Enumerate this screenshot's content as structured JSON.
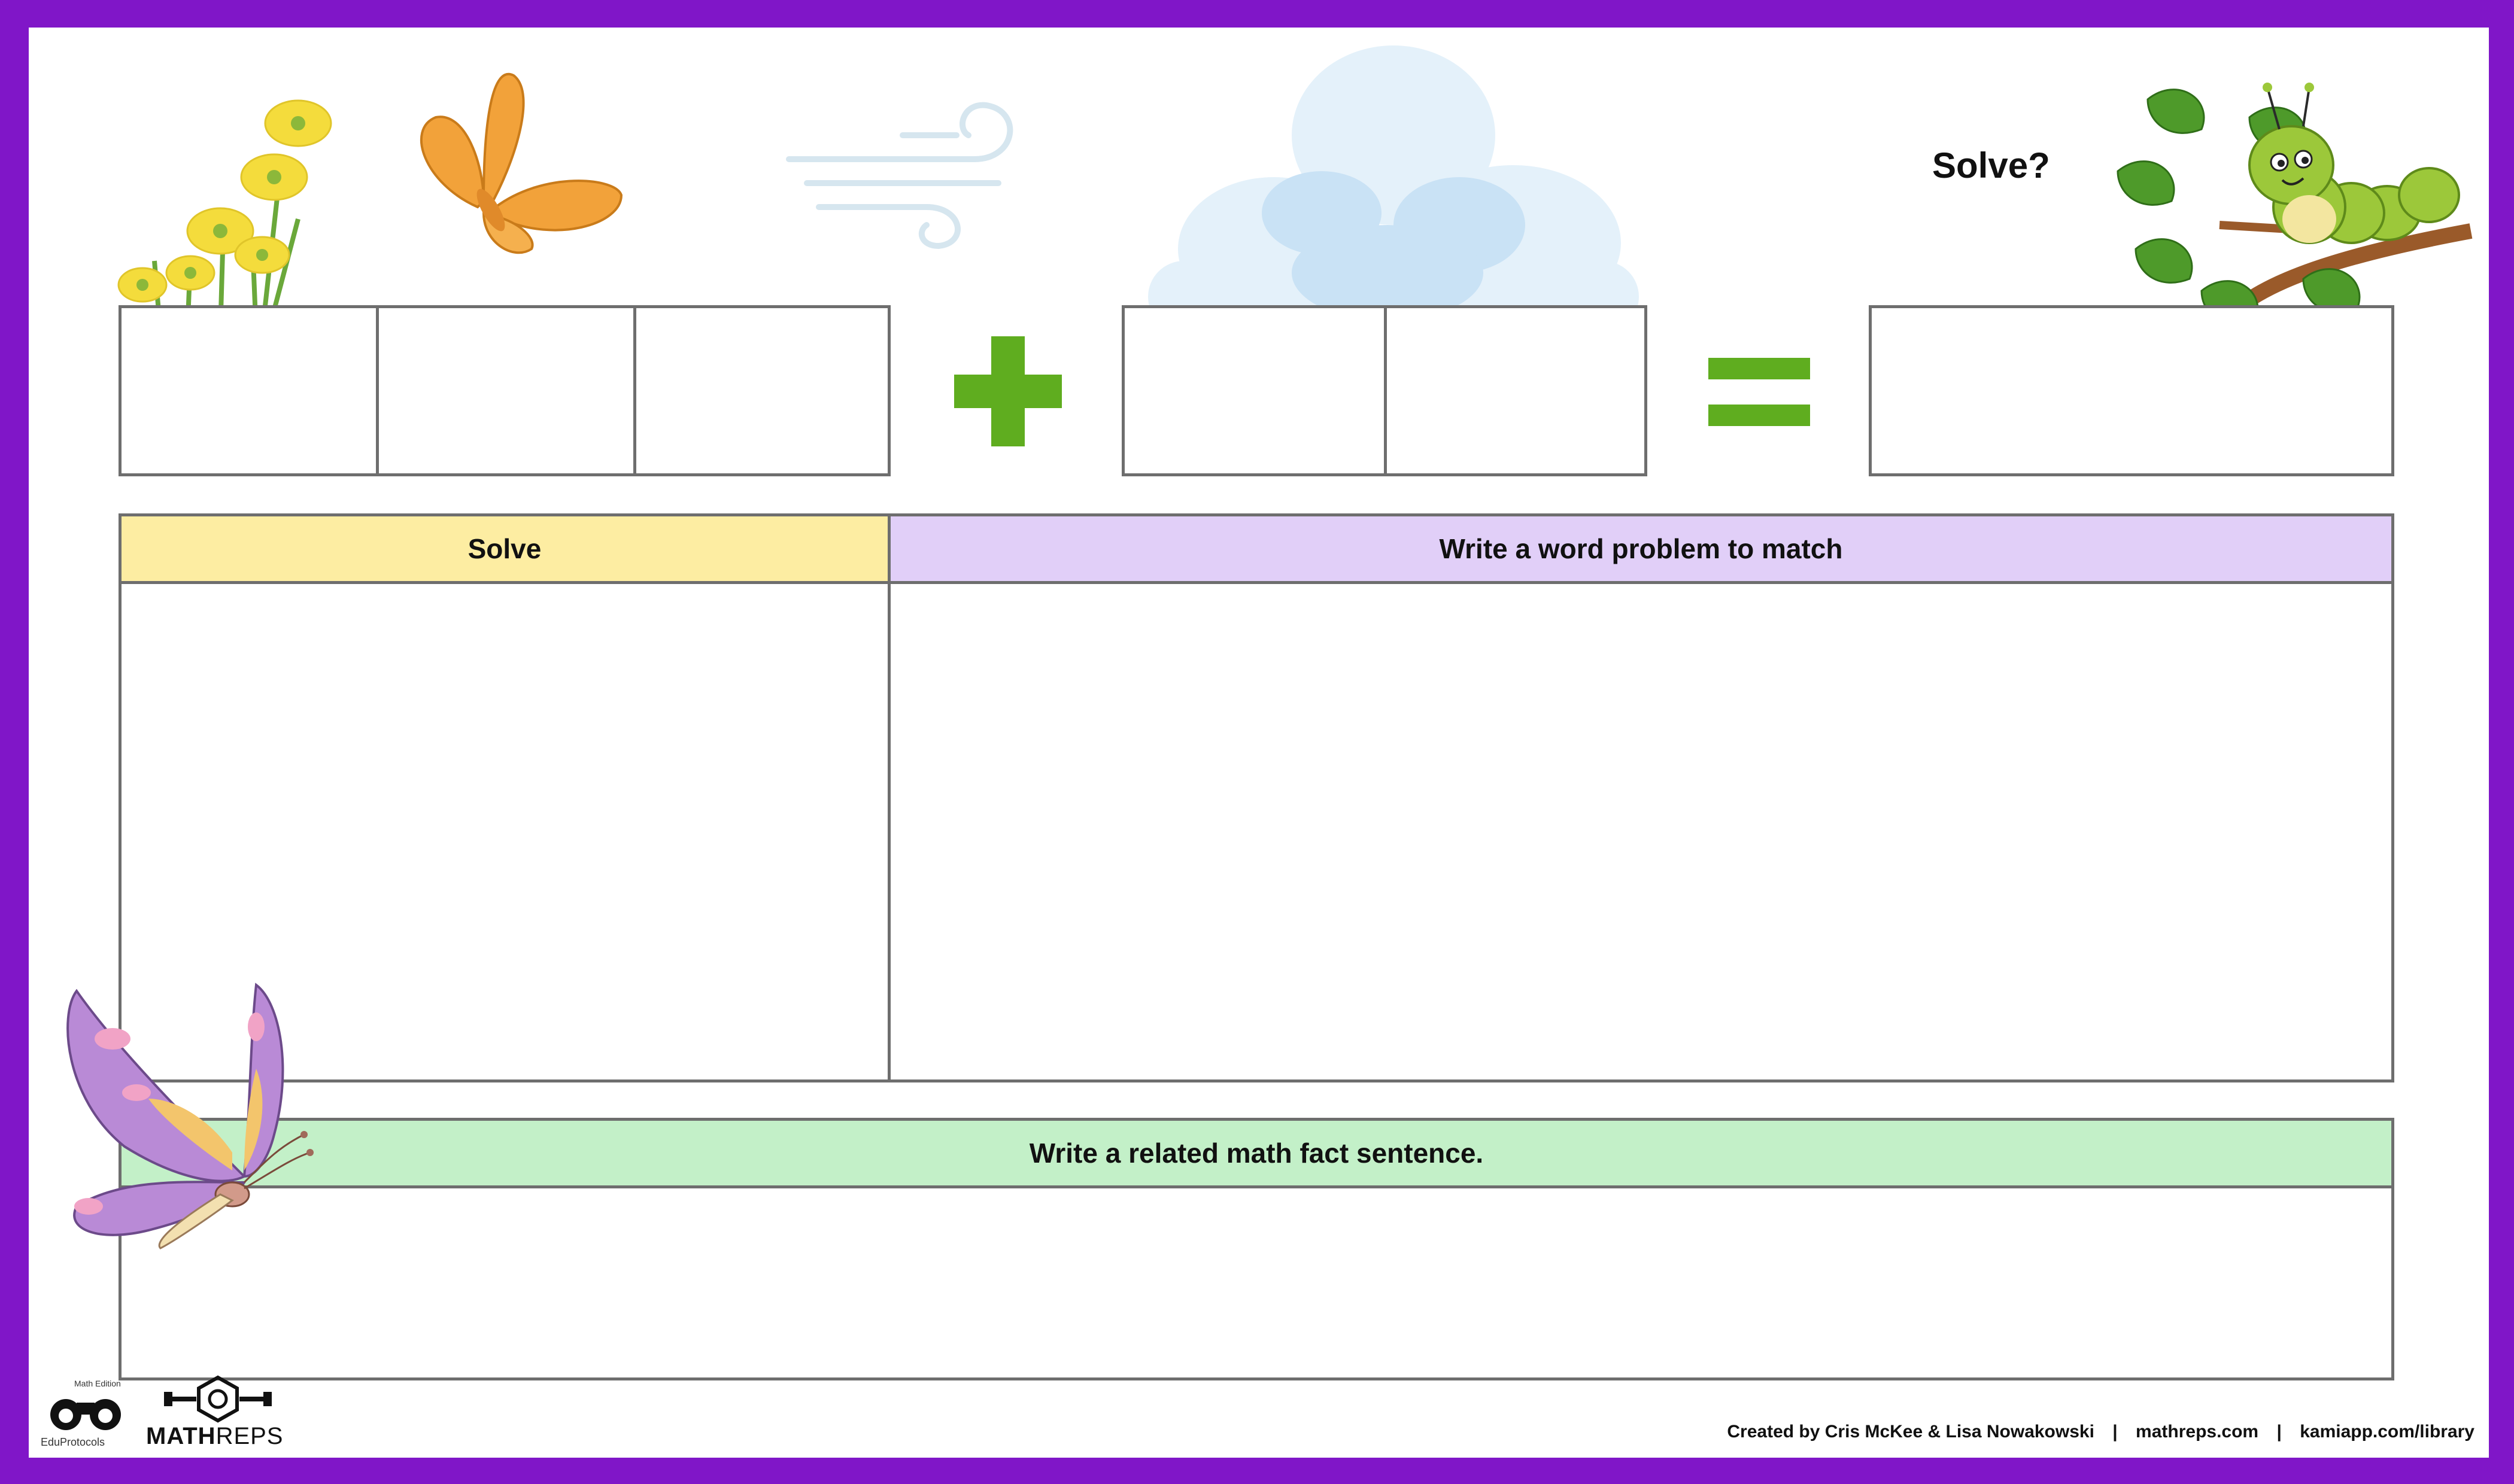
{
  "colors": {
    "frame": "#8016c8",
    "operator_green": "#5fad1f",
    "solve_header": "#fdeda2",
    "word_problem_header": "#e1cff8",
    "fact_header": "#c3f0c8",
    "border": "#6e6e6e"
  },
  "top": {
    "question_label": "Solve?",
    "plus_symbol": "+",
    "equals_symbol": "="
  },
  "sections": {
    "solve_label": "Solve",
    "word_problem_label": "Write a word problem to match",
    "fact_label": "Write a related math fact sentence."
  },
  "logos": {
    "edu_small": "Math Edition",
    "edu_name": "EduProtocols",
    "mathreps_bold": "MATH",
    "mathreps_light": "REPS"
  },
  "footer": {
    "credits": "Created by Cris McKee & Lisa Nowakowski",
    "site1": "mathreps.com",
    "site2": "kamiapp.com/library",
    "separator": "|"
  },
  "decorations": [
    "flowers-illustration",
    "orange-butterfly-illustration",
    "wind-icon",
    "cloud-illustration",
    "caterpillar-illustration",
    "purple-butterfly-illustration"
  ]
}
